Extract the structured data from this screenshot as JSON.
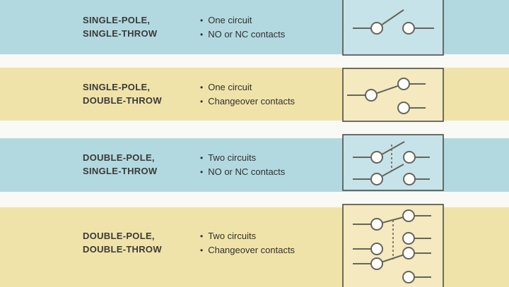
{
  "colors": {
    "band_blue": "#b3d9e0",
    "band_yellow": "#f0e3aa",
    "gap_background": "#f9f9f5",
    "symbol_box_fill_blue": "#c6e3e9",
    "symbol_box_fill_yellow": "#f4e9bf",
    "symbol_box_border": "#4d4d47",
    "wire_line": "#65655c",
    "contact_fill": "#fdfdfa",
    "title_text": "#3a3a38",
    "body_text": "#30302c"
  },
  "rows": [
    {
      "title_line1": "SINGLE-POLE,",
      "title_line2": "SINGLE-THROW",
      "bullets": [
        "One circuit",
        "NO or NC contacts"
      ],
      "band": "blue",
      "diagram": "spst-symbol"
    },
    {
      "title_line1": "SINGLE-POLE,",
      "title_line2": "DOUBLE-THROW",
      "bullets": [
        "One circuit",
        "Changeover contacts"
      ],
      "band": "yellow",
      "diagram": "spdt-symbol"
    },
    {
      "title_line1": "DOUBLE-POLE,",
      "title_line2": "SINGLE-THROW",
      "bullets": [
        "Two circuits",
        "NO or NC contacts"
      ],
      "band": "blue",
      "diagram": "dpst-symbol"
    },
    {
      "title_line1": "DOUBLE-POLE,",
      "title_line2": "DOUBLE-THROW",
      "bullets": [
        "Two circuits",
        "Changeover contacts"
      ],
      "band": "yellow",
      "diagram": "dpdt-symbol"
    }
  ]
}
